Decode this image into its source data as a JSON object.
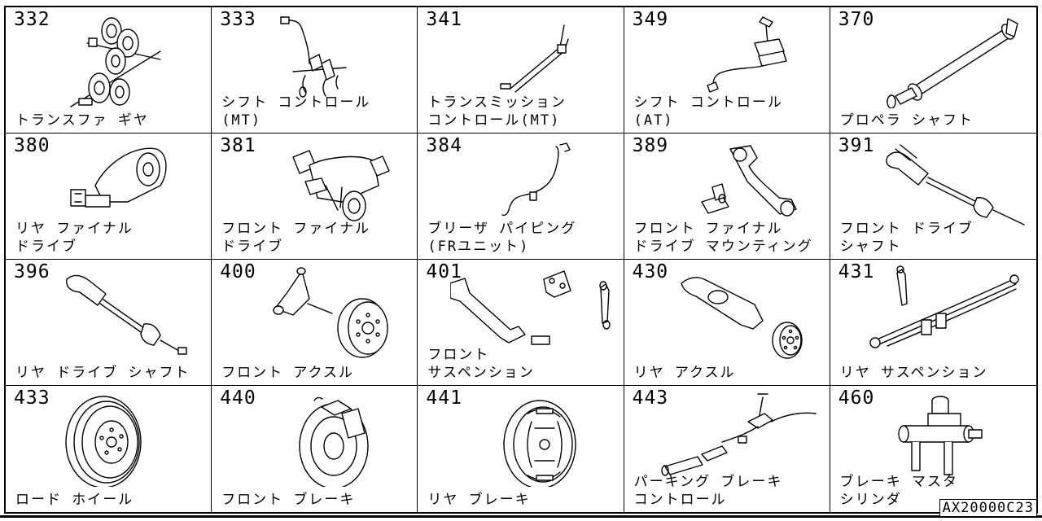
{
  "catalog": {
    "reference": "AX20000C23",
    "cells": [
      {
        "code": "332",
        "name": "トランスファ ギヤ",
        "icon": "transfer-gear-icon"
      },
      {
        "code": "333",
        "name": "シフト コントロール\n(MT)",
        "icon": "shift-control-mt-icon"
      },
      {
        "code": "341",
        "name": "トランスミッション\nコントロール(MT)",
        "icon": "transmission-control-icon"
      },
      {
        "code": "349",
        "name": "シフト コントロール\n(AT)",
        "icon": "shift-control-at-icon"
      },
      {
        "code": "370",
        "name": "プロペラ シャフト",
        "icon": "propeller-shaft-icon"
      },
      {
        "code": "380",
        "name": "リヤ ファイナル\nドライブ",
        "icon": "rear-final-drive-icon"
      },
      {
        "code": "381",
        "name": "フロント ファイナル\nドライブ",
        "icon": "front-final-drive-icon"
      },
      {
        "code": "384",
        "name": "ブリーザ パイピング\n(FRユニット)",
        "icon": "breather-piping-icon"
      },
      {
        "code": "389",
        "name": "フロント ファイナル\nドライブ マウンティング",
        "icon": "final-drive-mounting-icon"
      },
      {
        "code": "391",
        "name": "フロント ドライブ\nシャフト",
        "icon": "front-drive-shaft-icon"
      },
      {
        "code": "396",
        "name": "リヤ ドライブ シャフト",
        "icon": "rear-drive-shaft-icon"
      },
      {
        "code": "400",
        "name": "フロント アクスル",
        "icon": "front-axle-icon"
      },
      {
        "code": "401",
        "name": "フロント\nサスペンション",
        "icon": "front-suspension-icon"
      },
      {
        "code": "430",
        "name": "リヤ アクスル",
        "icon": "rear-axle-icon"
      },
      {
        "code": "431",
        "name": "リヤ サスペンション",
        "icon": "rear-suspension-icon"
      },
      {
        "code": "433",
        "name": "ロード ホイール",
        "icon": "road-wheel-icon"
      },
      {
        "code": "440",
        "name": "フロント ブレーキ",
        "icon": "front-brake-icon"
      },
      {
        "code": "441",
        "name": "リヤ ブレーキ",
        "icon": "rear-brake-icon"
      },
      {
        "code": "443",
        "name": "パーキング ブレーキ\nコントロール",
        "icon": "parking-brake-control-icon"
      },
      {
        "code": "460",
        "name": "ブレーキ マスタ\nシリンダ",
        "icon": "brake-master-cylinder-icon"
      }
    ]
  }
}
